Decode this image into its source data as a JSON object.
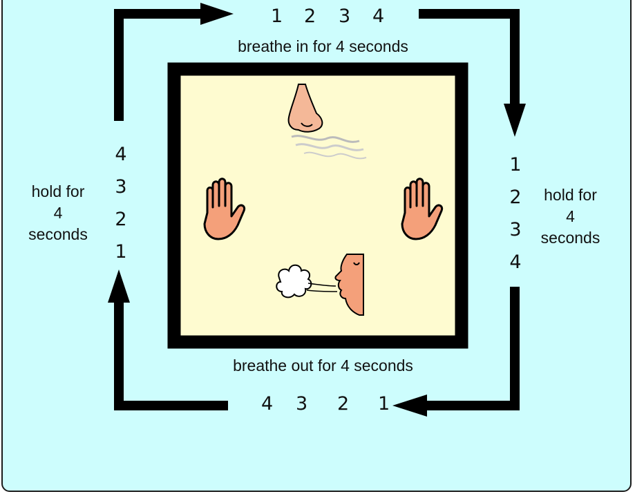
{
  "top": {
    "counts": [
      "1",
      "2",
      "3",
      "4"
    ],
    "label": "breathe in for 4 seconds"
  },
  "right": {
    "counts": [
      "1",
      "2",
      "3",
      "4"
    ],
    "label_line1": "hold for",
    "label_line2": "4",
    "label_line3": "seconds"
  },
  "bottom": {
    "counts": [
      "4",
      "3",
      "2",
      "1"
    ],
    "label": "breathe out for 4 seconds"
  },
  "left": {
    "counts": [
      "4",
      "3",
      "2",
      "1"
    ],
    "label_line1": "hold for",
    "label_line2": "4",
    "label_line3": "seconds"
  },
  "colors": {
    "background": "#cdfdfd",
    "square_fill": "#fefbd0",
    "square_border": "#000000",
    "skin": "#f4a07a",
    "arrow": "#000000"
  },
  "icons": [
    "nose-icon",
    "left-hand-icon",
    "right-hand-icon",
    "breathe-out-face-icon"
  ]
}
